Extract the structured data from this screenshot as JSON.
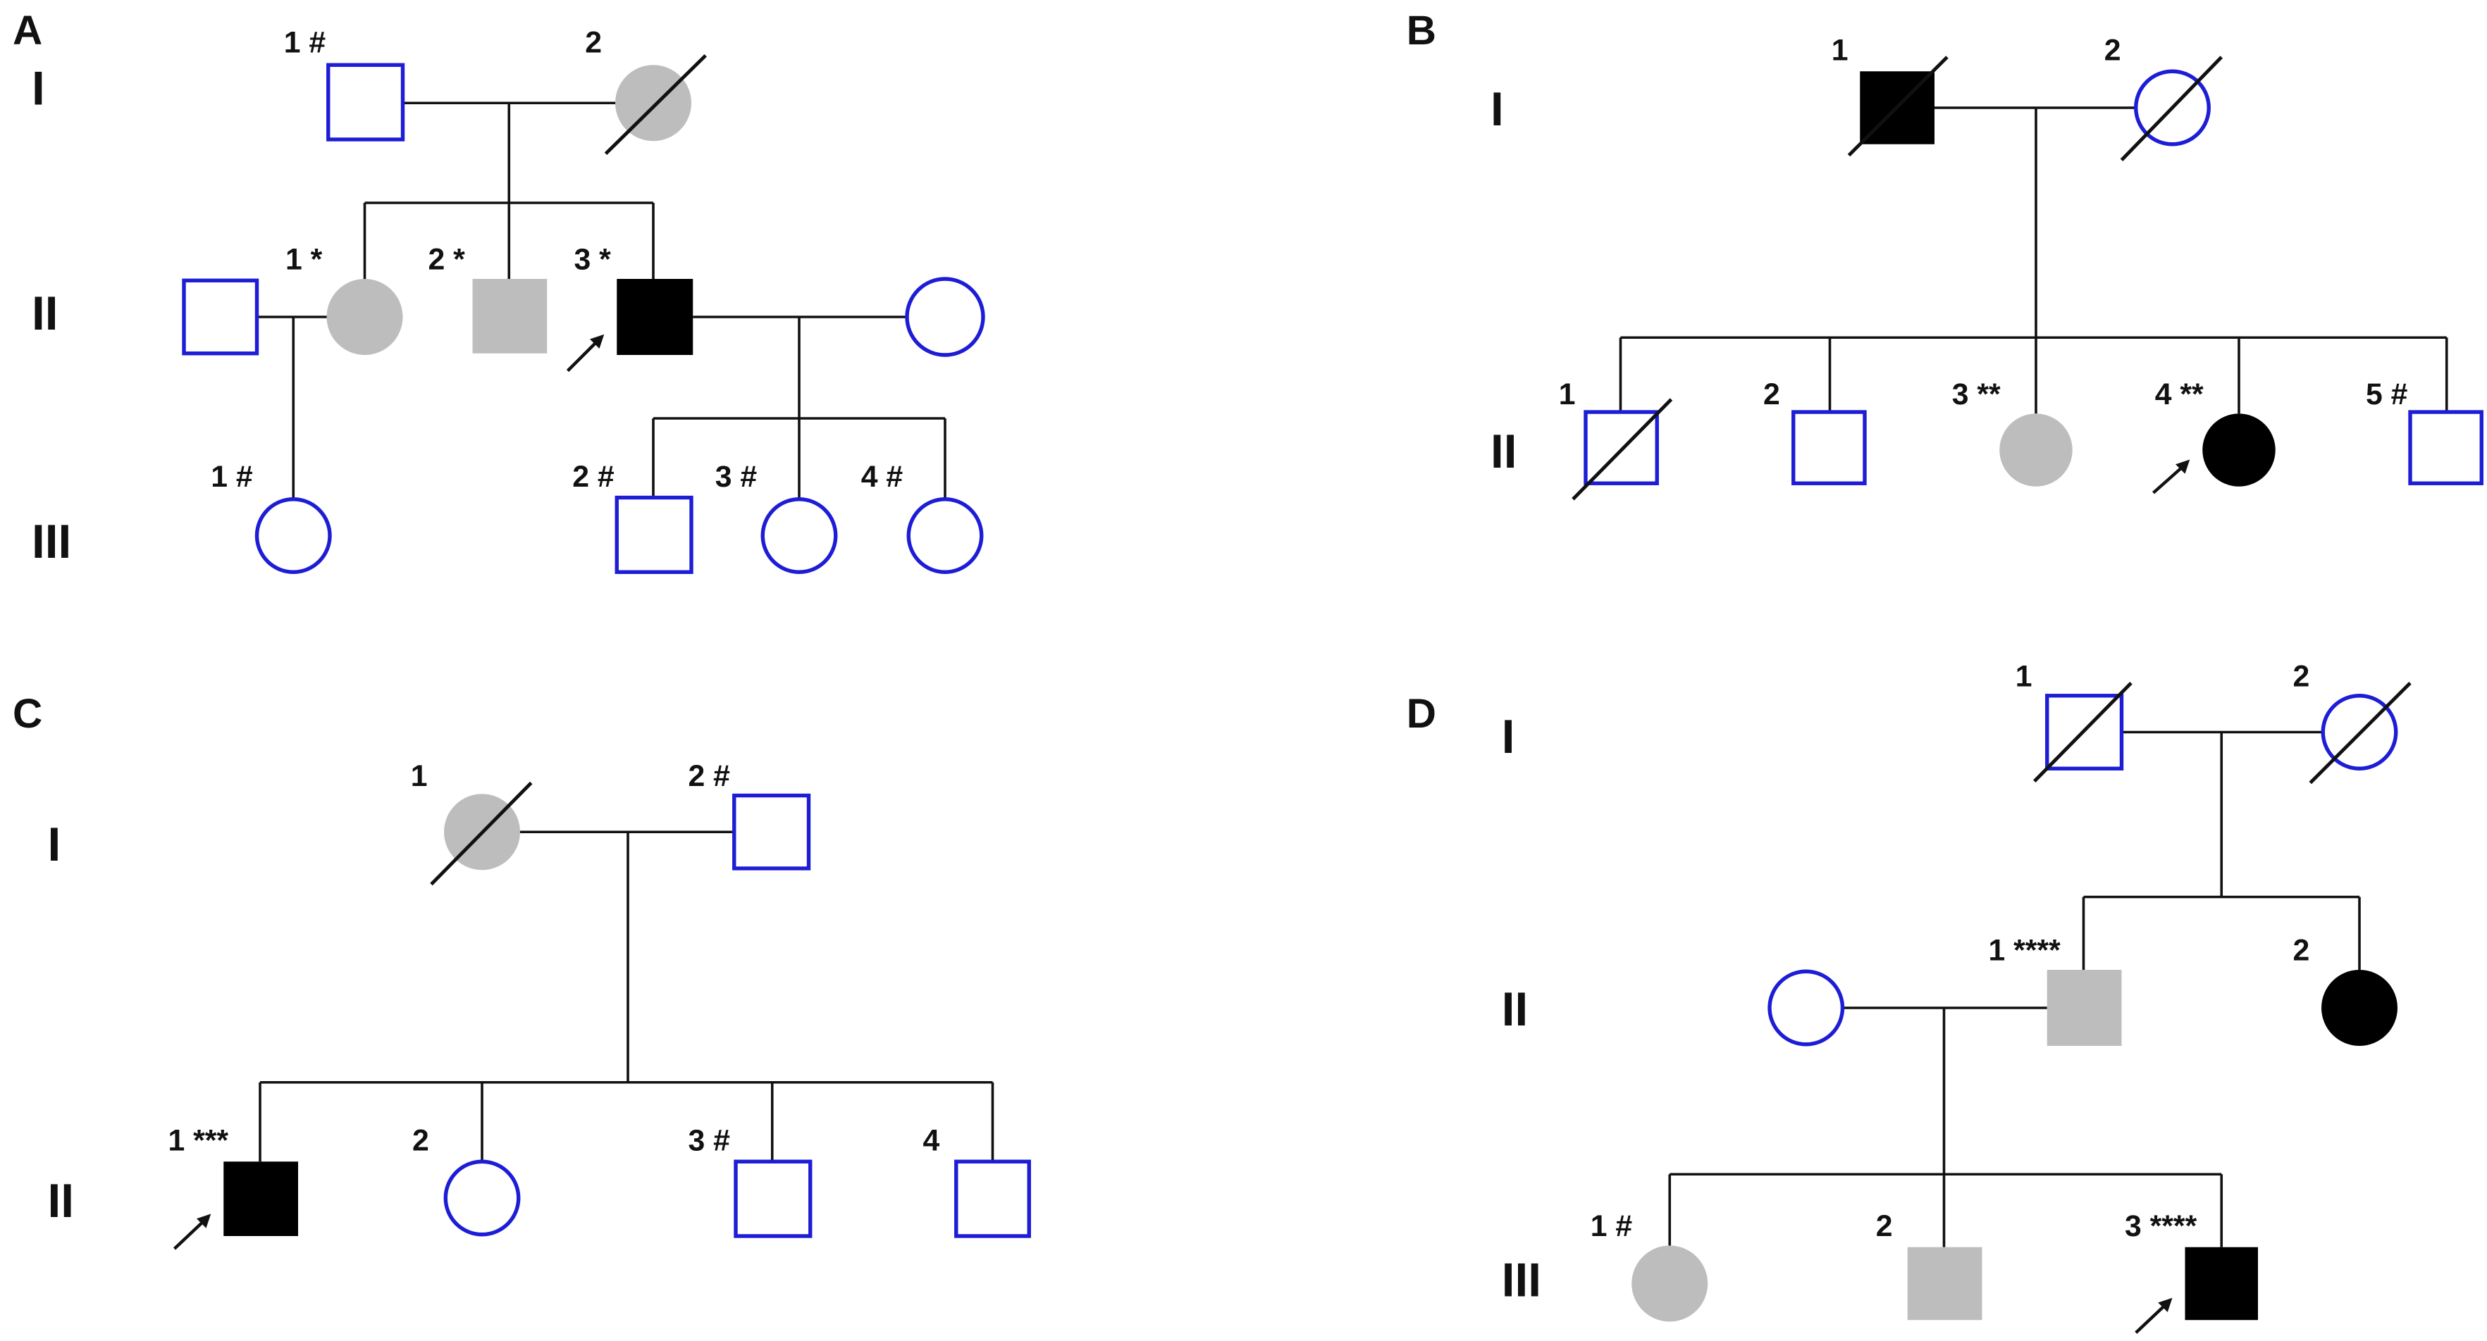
{
  "colors": {
    "line": "#111111",
    "unaffected_outline": "#1d1dd6",
    "affected": "#000000",
    "carrier": "#bdbdbd"
  },
  "panels": [
    {
      "label": "A",
      "generations": [
        "I",
        "II",
        "III"
      ],
      "labels": {
        "I1": "1 #",
        "I2": "2",
        "II1": "1 *",
        "II2": "2 *",
        "II3": "3 *",
        "III1": "1 #",
        "III2": "2 #",
        "III3": "3 #",
        "III4": "4 #"
      }
    },
    {
      "label": "B",
      "generations": [
        "I",
        "II"
      ],
      "labels": {
        "I1": "1",
        "I2": "2",
        "II1": "1",
        "II2": "2",
        "II3": "3 **",
        "II4": "4 **",
        "II5": "5 #"
      }
    },
    {
      "label": "C",
      "generations": [
        "I",
        "II"
      ],
      "labels": {
        "I1": "1",
        "I2": "2 #",
        "II1": "1 ***",
        "II2": "2",
        "II3": "3 #",
        "II4": "4"
      }
    },
    {
      "label": "D",
      "generations": [
        "I",
        "II",
        "III"
      ],
      "labels": {
        "I1": "1",
        "I2": "2",
        "II1": "1 ****",
        "II2": "2",
        "III1": "1 #",
        "III2": "2",
        "III3": "3 ****"
      }
    }
  ]
}
